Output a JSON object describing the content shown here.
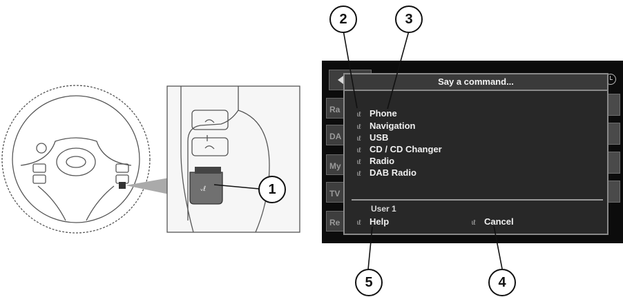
{
  "screen": {
    "background_tabs": [
      "Ra",
      "DA",
      "My",
      "TV",
      "Re"
    ],
    "dialog": {
      "title": "Say a command...",
      "commands": [
        "Phone",
        "Navigation",
        "USB",
        "CD / CD Changer",
        "Radio",
        "DAB Radio"
      ],
      "user": "User 1",
      "help": "Help",
      "cancel": "Cancel"
    }
  },
  "callouts": [
    "1",
    "2",
    "3",
    "4",
    "5"
  ],
  "icons": {
    "voice": "voice-command-icon",
    "back": "back-arrow-icon",
    "clock": "clock-icon"
  }
}
